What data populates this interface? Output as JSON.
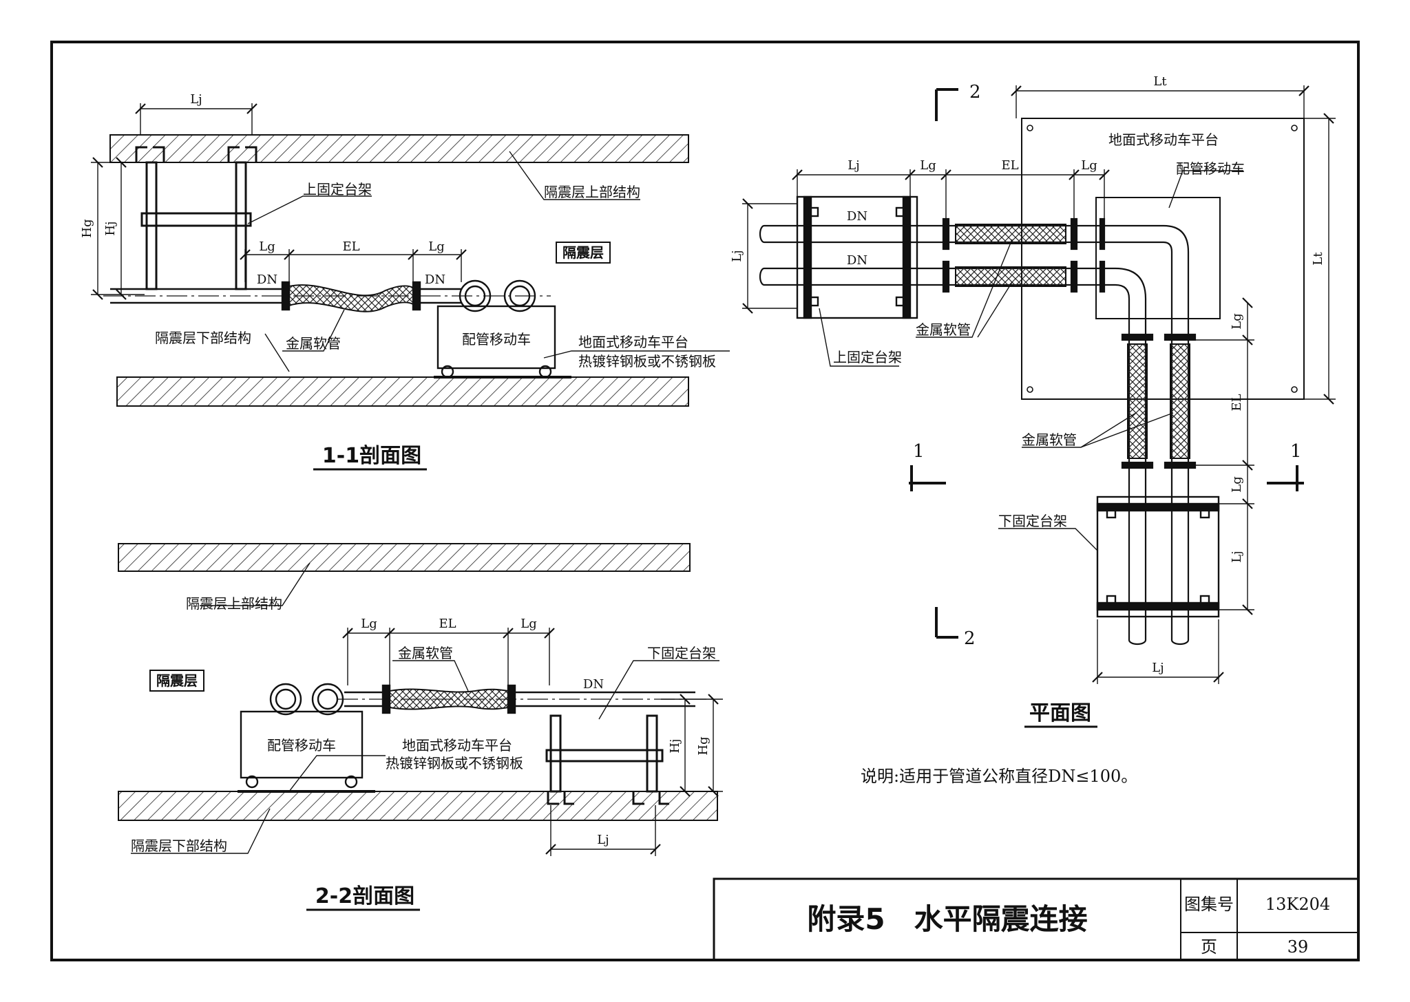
{
  "drawing": {
    "section_1_1": {
      "title": "1-1剖面图",
      "labels": {
        "upper_structure": "隔震层上部结构",
        "upper_frame": "上固定台架",
        "layer": "隔震层",
        "lower_structure": "隔震层下部结构",
        "hose": "金属软管",
        "cart": "配管移动车",
        "platform_line1": "地面式移动车平台",
        "platform_line2": "热镀锌钢板或不锈钢板"
      },
      "dims": {
        "lj": "Lj",
        "hj": "Hj",
        "hg": "Hg",
        "lg_left": "Lg",
        "el": "EL",
        "lg_right": "Lg",
        "dn_left": "DN",
        "dn_right": "DN"
      }
    },
    "section_2_2": {
      "title": "2-2剖面图",
      "labels": {
        "upper_structure": "隔震层上部结构",
        "layer": "隔震层",
        "hose": "金属软管",
        "lower_frame": "下固定台架",
        "cart": "配管移动车",
        "platform_line1": "地面式移动车平台",
        "platform_line2": "热镀锌钢板或不锈钢板",
        "lower_structure": "隔震层下部结构"
      },
      "dims": {
        "lg_left": "Lg",
        "el": "EL",
        "lg_right": "Lg",
        "dn": "DN",
        "hj": "Hj",
        "hg": "Hg",
        "lj": "Lj"
      }
    },
    "plan": {
      "title": "平面图",
      "labels": {
        "platform": "地面式移动车平台",
        "cart": "配管移动车",
        "hose_top": "金属软管",
        "upper_frame": "上固定台架",
        "hose_bottom": "金属软管",
        "lower_frame": "下固定台架"
      },
      "dims": {
        "lt_top": "Lt",
        "lt_right": "Lt",
        "lj_top": "Lj",
        "lg_top_left": "Lg",
        "el_top": "EL",
        "lg_top_right": "Lg",
        "lj_left": "Lj",
        "dn_1": "DN",
        "dn_2": "DN",
        "lg_v_upper": "Lg",
        "el_v": "EL",
        "lg_v_lower": "Lg",
        "lj_v": "Lj",
        "lj_bottom": "Lj"
      },
      "section_marks": {
        "top": "2",
        "bottom": "2",
        "left": "1",
        "right": "1"
      }
    },
    "note": "说明:适用于管道公称直径DN≤100。"
  },
  "title_block": {
    "title": "附录5　水平隔震连接",
    "atlas_label": "图集号",
    "atlas_value": "13K204",
    "page_label": "页",
    "page_value": "39"
  }
}
